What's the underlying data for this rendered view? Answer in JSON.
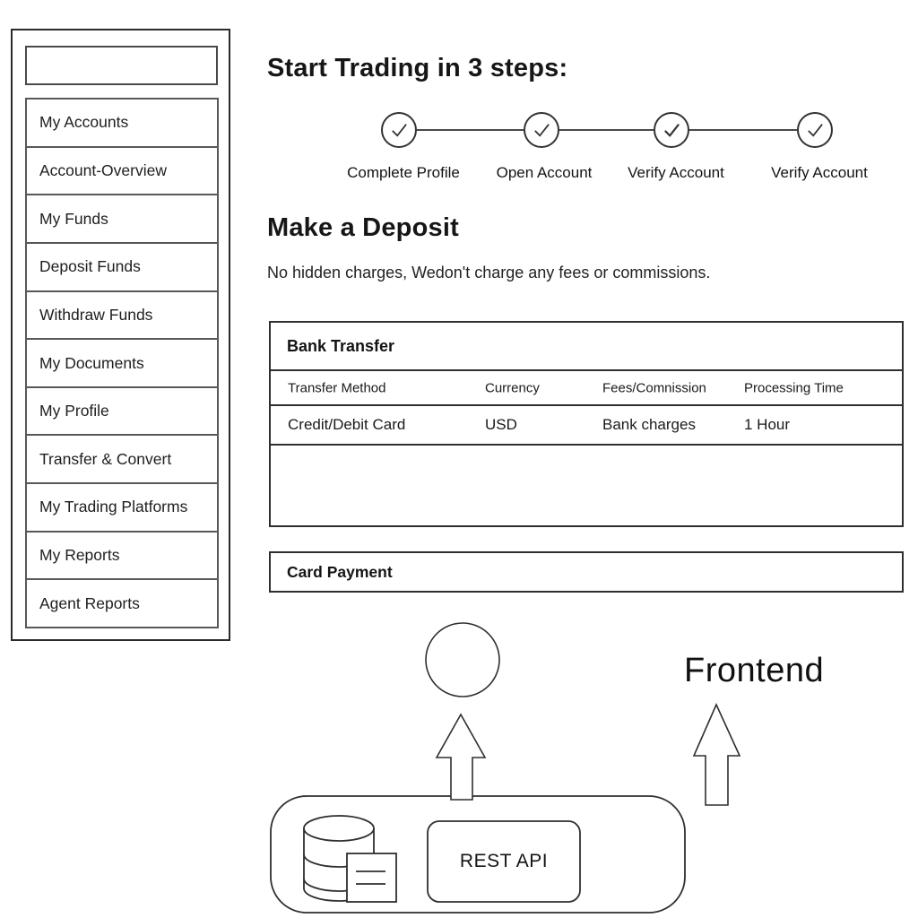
{
  "sidebar": {
    "search": {
      "value": "",
      "placeholder": ""
    },
    "items": [
      "My Accounts",
      "Account-Overview",
      "My Funds",
      "Deposit Funds",
      "Withdraw Funds",
      "My Documents",
      "My Profile",
      "Transfer & Convert",
      "My Trading Platforms",
      "My Reports",
      "Agent Reports"
    ]
  },
  "main": {
    "heading": "Start Trading in 3 steps:",
    "steps": [
      "Complete Profile",
      "Open Account",
      "Verify Account",
      "Verify Account"
    ],
    "deposit_heading": "Make a Deposit",
    "deposit_subtext": "No hidden charges, Wedon't charge any fees or commissions.",
    "bank_transfer": {
      "title": "Bank Transfer",
      "columns": [
        "Transfer Method",
        "Currency",
        "Fees/Comnission",
        "Processing Time"
      ],
      "rows": [
        [
          "Credit/Debit Card",
          "USD",
          "Bank charges",
          "1 Hour"
        ]
      ]
    },
    "card_payment_title": "Card Payment"
  },
  "diagram": {
    "frontend_label": "Frontend",
    "rest_api_label": "REST API",
    "icons": [
      "circle-node-icon",
      "arrow-up-icon",
      "database-icon",
      "document-icon"
    ]
  },
  "colors": {
    "line": "#2f2f2f",
    "text": "#1a1a1a",
    "background": "#ffffff"
  }
}
